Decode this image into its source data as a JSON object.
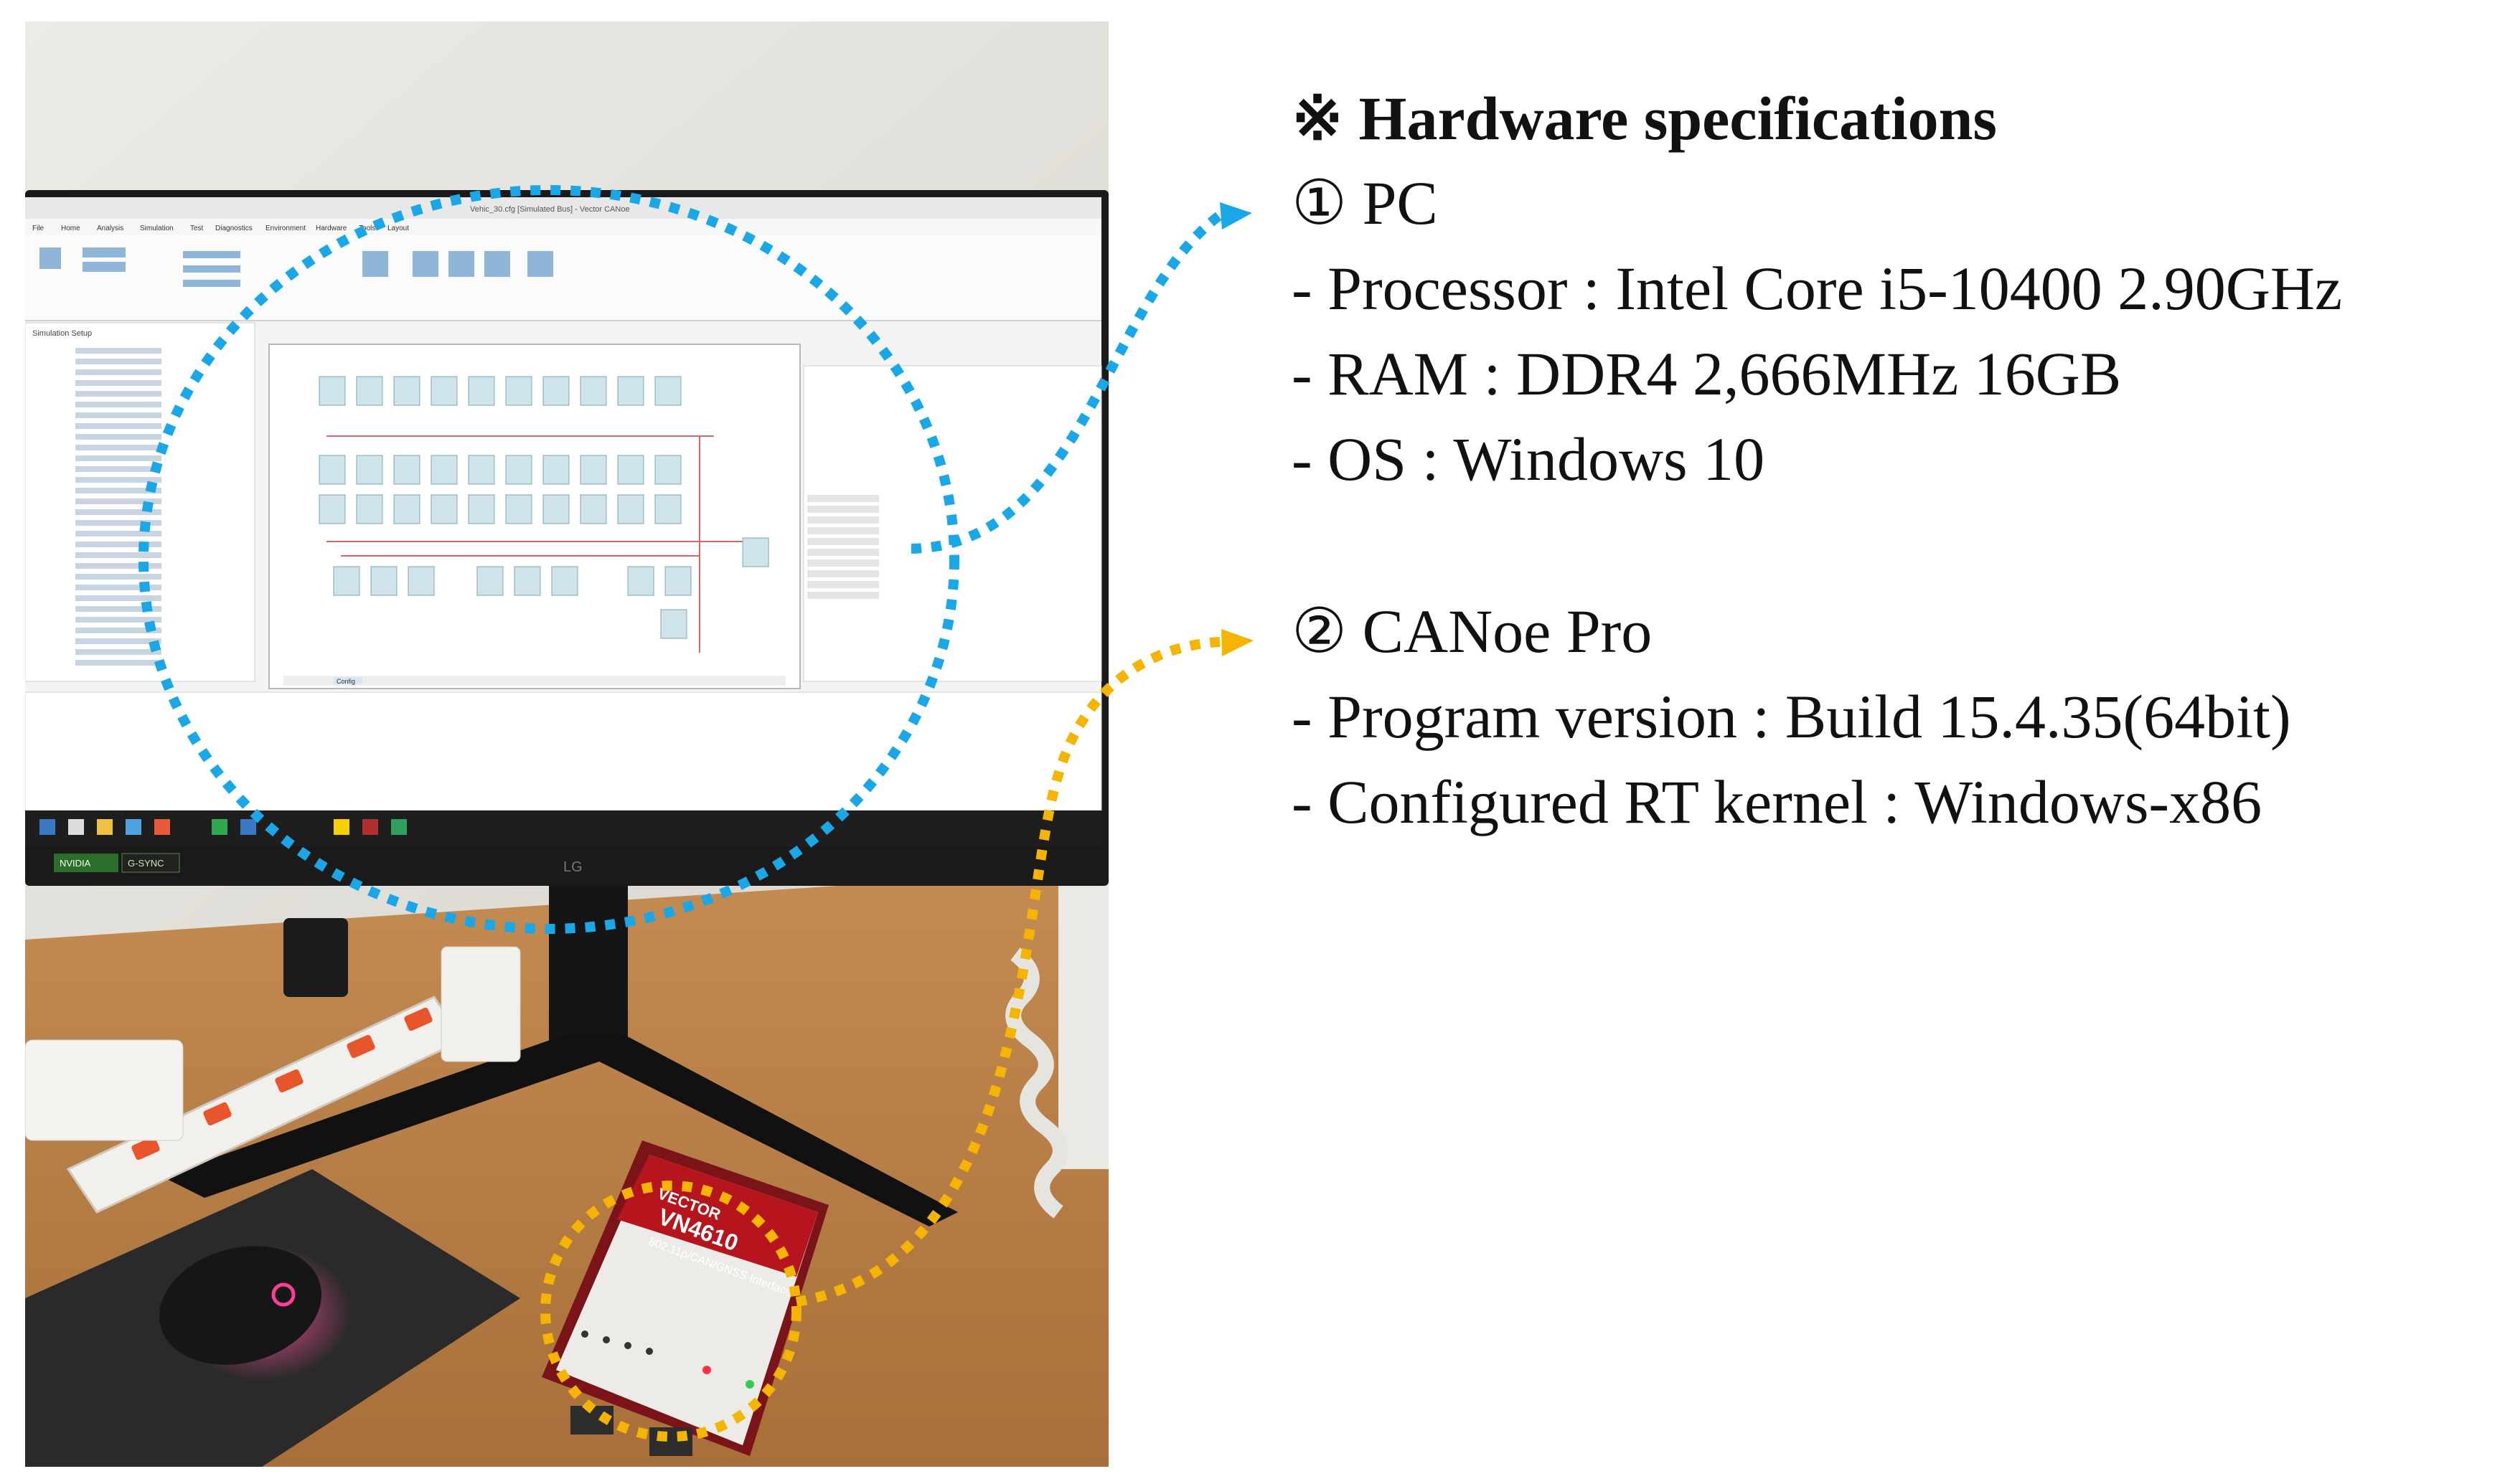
{
  "heading": "※ Hardware specifications",
  "sections": [
    {
      "title": "① PC",
      "items": [
        "- Processor : Intel Core i5-10400 2.90GHz",
        "- RAM : DDR4 2,666MHz 16GB",
        "- OS : Windows 10"
      ]
    },
    {
      "title": "② CANoe Pro",
      "items": [
        "- Program version : Build 15.4.35(64bit)",
        "- Configured RT kernel : Windows-x86"
      ]
    }
  ],
  "photo": {
    "monitor_brand": "LG",
    "device_brand": "VECTOR",
    "device_model": "VN4610",
    "device_subtitle": "802.11p/CAN/GNSS Interface",
    "taskbar_badges": [
      "NVIDIA",
      "G-SYNC"
    ],
    "window_title": "Vehic_30.cfg [Simulated Bus] - Vector CANoe",
    "ribbon_tabs": [
      "File",
      "Home",
      "Analysis",
      "Simulation",
      "Test",
      "Diagnostics",
      "Environment",
      "Hardware",
      "Tools",
      "Layout"
    ],
    "sidebar_title": "Simulation Setup",
    "bottom_tab": "Config"
  },
  "colors": {
    "pc_highlight": "#1aa7e8",
    "canoe_highlight": "#f5b400",
    "desk": "#b47a42",
    "wall": "#e8e5df"
  }
}
